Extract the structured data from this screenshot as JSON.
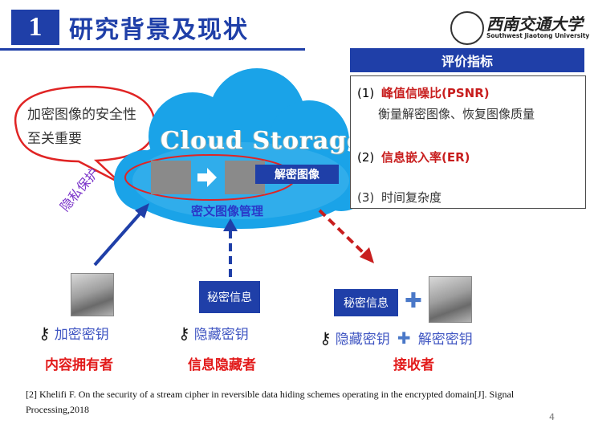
{
  "header": {
    "number": "1",
    "title": "研究背景及现状",
    "logo_name": "西南交通大学",
    "logo_sub": "Southwest Jiaotong University"
  },
  "speech_bubble": {
    "text": "加密图像的安全性至关重要"
  },
  "cloud": {
    "title": "Cloud Storage",
    "decrypt_label": "解密图像",
    "management_label": "密文图像管理"
  },
  "privacy_label": "隐私保护",
  "metrics": {
    "heading": "评价指标",
    "items": [
      {
        "index": "(1)",
        "label": "峰值信噪比(PSNR)",
        "desc": "衡量解密图像、恢复图像质量"
      },
      {
        "index": "(2)",
        "label": "信息嵌入率(ER)"
      },
      {
        "index": "(3)",
        "label": "时间复杂度"
      }
    ]
  },
  "roles": {
    "owner": {
      "key_label": "加密密钥",
      "role": "内容拥有者"
    },
    "hider": {
      "secret_label": "秘密信息",
      "key_label": "隐藏密钥",
      "role": "信息隐藏者"
    },
    "receiver": {
      "secret_label": "秘密信息",
      "key1_label": "隐藏密钥",
      "key2_label": "解密密钥",
      "role": "接收者"
    }
  },
  "reference": "[2] Khelifi F. On the security of a stream cipher in reversible data hiding schemes operating in the encrypted domain[J]. Signal Processing,2018",
  "page_number": "4",
  "colors": {
    "brand_blue": "#1f3fa8",
    "cloud_blue": "#1aa3e8",
    "alert_red": "#c81e1e",
    "privacy_purple": "#7a34c9"
  }
}
